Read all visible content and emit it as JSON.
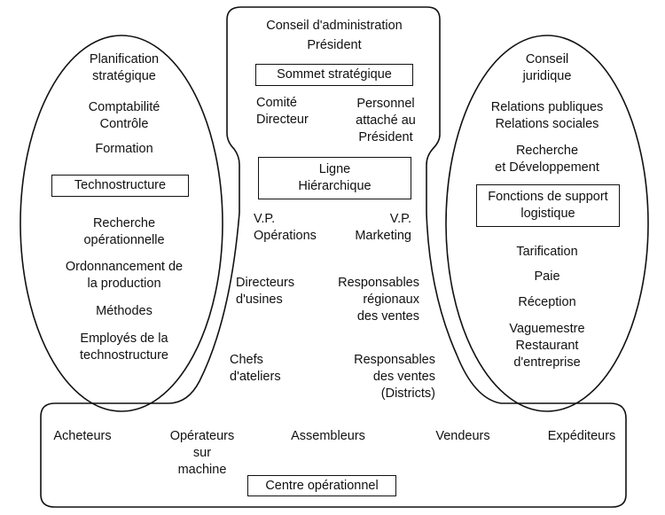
{
  "diagram": {
    "title": "Structure organisationnelle (cinq parties de l'organisation)",
    "colors": {
      "line": "#111111",
      "background": "#ffffff",
      "text": "#111111"
    },
    "technostructure": {
      "box_label": "Technostructure",
      "items": [
        "Planification\nstratégique",
        "Comptabilité\nContrôle",
        "Formation",
        "Recherche\nopérationnelle",
        "Ordonnancement de\nla production",
        "Méthodes",
        "Employés de la\ntechnostructure"
      ]
    },
    "sommet": {
      "box_label": "Sommet stratégique",
      "top_lines": [
        "Conseil d'administration",
        "Président"
      ],
      "comite": "Comité\nDirecteur",
      "personnel": "Personnel\nattaché au\nPrésident"
    },
    "ligne": {
      "box_label": "Ligne\nHiérarchique",
      "vp_operations": "V.P.\nOpérations",
      "vp_marketing": "V.P.\nMarketing",
      "directeurs_usines": "Directeurs\nd'usines",
      "responsables_regionaux": "Responsables\nrégionaux\ndes ventes",
      "chefs_ateliers": "Chefs\nd'ateliers",
      "responsables_districts": "Responsables\ndes ventes\n(Districts)"
    },
    "support": {
      "box_label": "Fonctions de support\nlogistique",
      "items_top": [
        "Conseil\njuridique",
        "Relations publiques\nRelations sociales",
        "Recherche\net Développement"
      ],
      "items_bottom": [
        "Tarification",
        "Paie",
        "Réception",
        "Vaguemestre\nRestaurant\nd'entreprise"
      ]
    },
    "centre": {
      "box_label": "Centre opérationnel",
      "items": [
        "Acheteurs",
        "Opérateurs\nsur\nmachine",
        "Assembleurs",
        "Vendeurs",
        "Expéditeurs"
      ]
    }
  }
}
